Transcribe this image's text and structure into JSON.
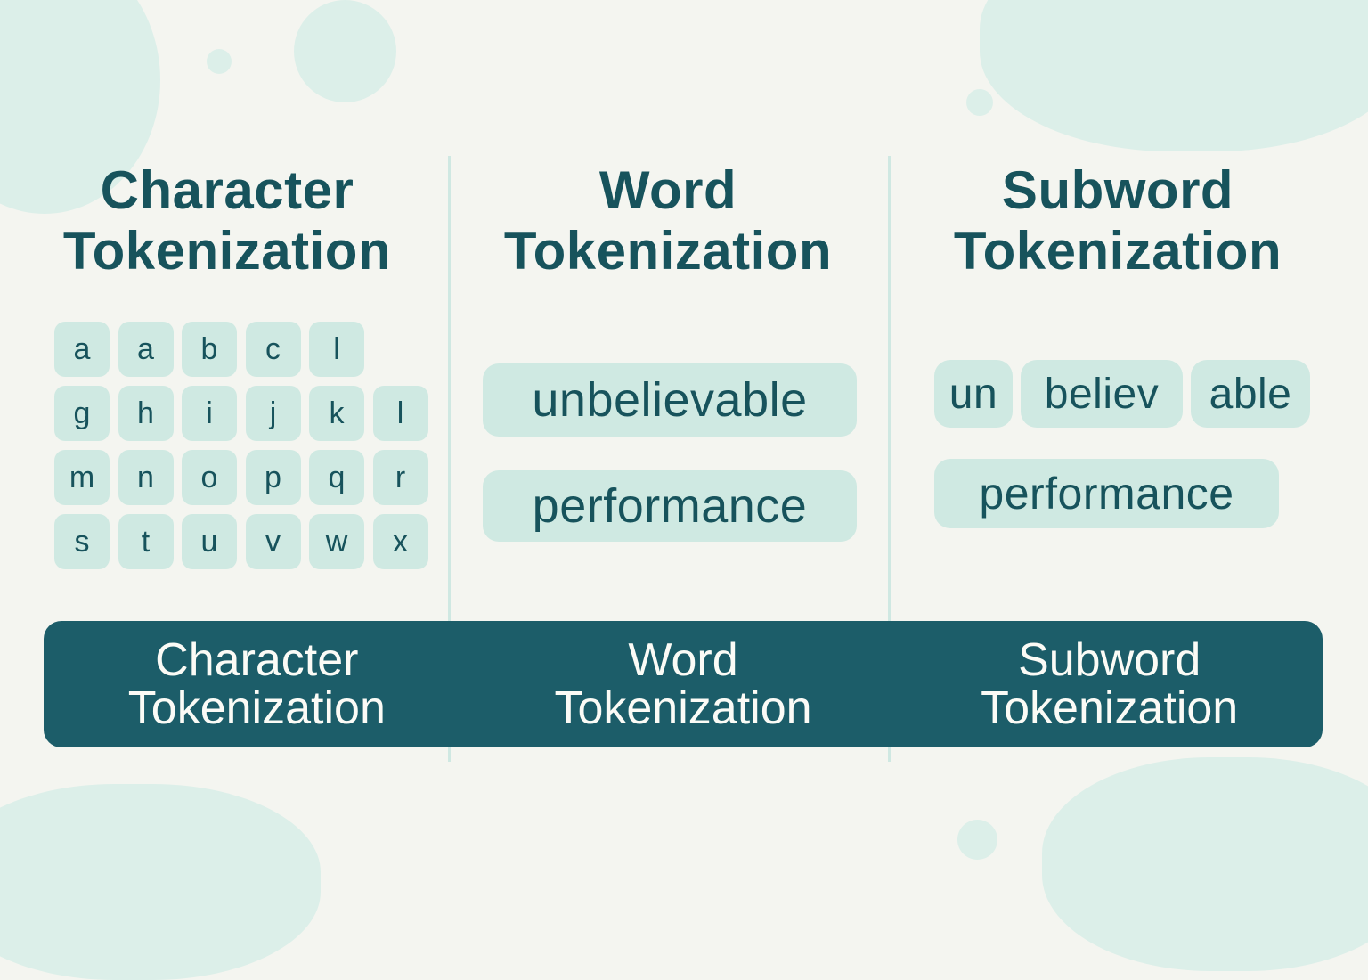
{
  "colors": {
    "background": "#f4f5f0",
    "accent_dark": "#1c5d69",
    "title_text": "#17535c",
    "token_fill": "#cfe9e2",
    "banner_text": "#fbfbf6",
    "divider": "#cfe8e2"
  },
  "columns": [
    {
      "title_line1": "Character",
      "title_line2": "Tokenization",
      "tokens": [
        [
          "a",
          "a",
          "b",
          "c",
          "l",
          ""
        ],
        [
          "g",
          "h",
          "i",
          "j",
          "k",
          "l"
        ],
        [
          "m",
          "n",
          "o",
          "p",
          "q",
          "r"
        ],
        [
          "s",
          "t",
          "u",
          "v",
          "w",
          "x"
        ]
      ]
    },
    {
      "title_line1": "Word",
      "title_line2": "Tokenization",
      "tokens": [
        "unbelievable",
        "performance"
      ]
    },
    {
      "title_line1": "Subword",
      "title_line2": "Tokenization",
      "tokens": [
        [
          "un",
          "believ",
          "able"
        ],
        [
          "performance"
        ]
      ]
    }
  ],
  "banner": [
    {
      "line1": "Character",
      "line2": "Tokenization"
    },
    {
      "line1": "Word",
      "line2": "Tokenization"
    },
    {
      "line1": "Subword",
      "line2": "Tokenization"
    }
  ]
}
